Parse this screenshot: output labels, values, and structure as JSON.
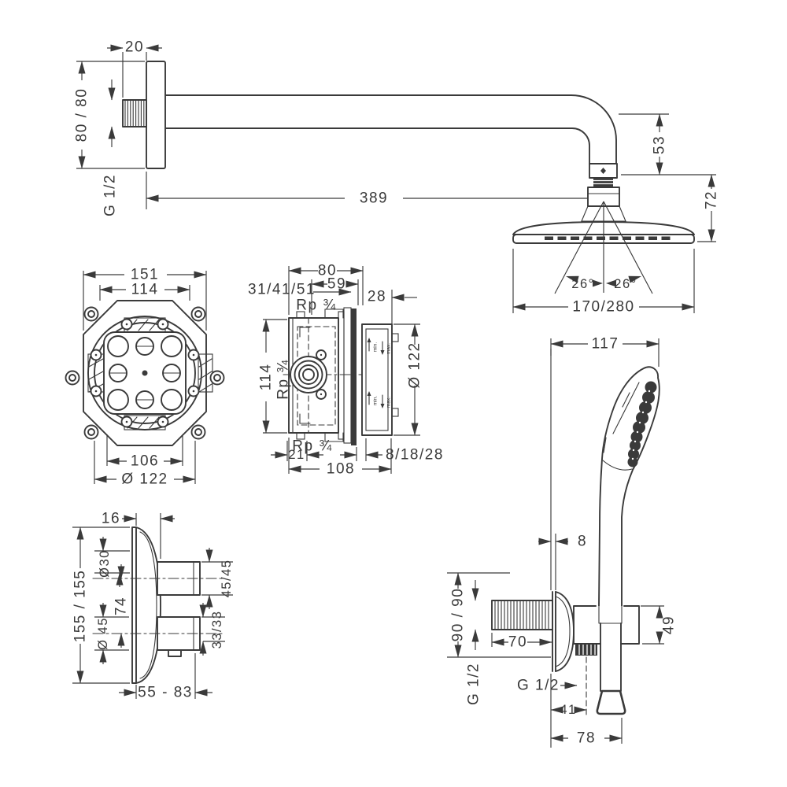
{
  "colors": {
    "line": "#3a3a3a",
    "background": "#ffffff"
  },
  "views": {
    "shower_arm": {
      "flange_depth": "20",
      "axis_offset": "80 / 80",
      "thread": "G 1/2",
      "arm_length": "389"
    },
    "overhead_shower": {
      "head_height": "53",
      "head_depth": "72",
      "spray_angle_left": "26°",
      "spray_angle_right": "26°",
      "head_diameter": "170/280"
    },
    "basic_set_front": {
      "flange_width": "151",
      "bolt_spacing": "114",
      "inner_width": "106",
      "diameter": "Ø 122"
    },
    "basic_set_section": {
      "body_depth": "80",
      "front_depth": "59",
      "install_depth_range": "31/41/51",
      "cover_depth": "28",
      "thread_top": "Rp ¾",
      "body_height": "114",
      "thread_side": "Rp ¾",
      "cover_diameter": "Ø 122",
      "thread_bottom": "Rp ¾",
      "rear_depth": "21",
      "plaster_range": "8/18/28",
      "total_depth": "108",
      "min_label": "min.",
      "max_label": "max."
    },
    "handshower": {
      "head_offset": "117"
    },
    "wall_outlet": {
      "plate_depth": "8",
      "axis_offset": "90 / 90",
      "pipe_length": "70",
      "thread_pipe": "G 1/2",
      "thread_outlet": "G 1/2",
      "body_height": "49",
      "hose_offset": "41",
      "body_width": "78"
    },
    "thermostat": {
      "plate_depth": "16",
      "plate_height": "155 / 155",
      "stem_diameter": "Ø30",
      "handle_spacing": "74",
      "handle_diameter": "Ø 45",
      "upper_handle": "45/45",
      "lower_handle": "33/33",
      "install_range": "55 - 83"
    }
  }
}
